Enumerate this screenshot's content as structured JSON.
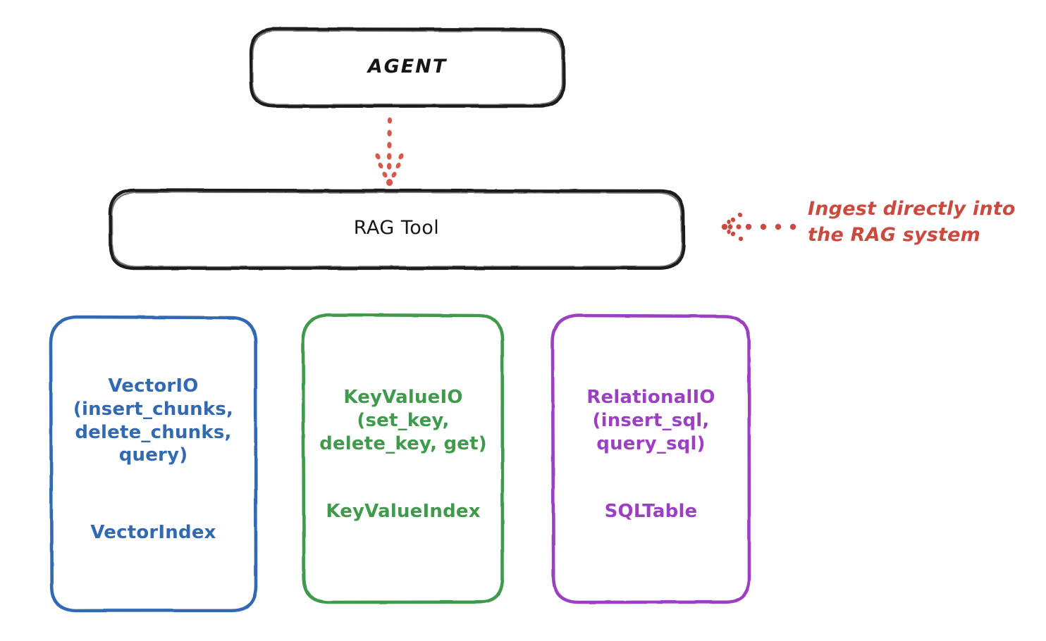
{
  "diagram": {
    "title_node": {
      "label": "AGENT"
    },
    "tool_node": {
      "label": "RAG Tool"
    },
    "annotation": {
      "text": "Ingest directly into the RAG system"
    },
    "columns": [
      {
        "name": "vector",
        "api": "VectorIO\n(insert_chunks,\ndelete_chunks,\nquery)",
        "index": "VectorIndex",
        "color": "#3169b3"
      },
      {
        "name": "keyvalue",
        "api": "KeyValueIO\n(set_key,\ndelete_key, get)",
        "index": "KeyValueIndex",
        "color": "#3f9a4c"
      },
      {
        "name": "relational",
        "api": "RelationalIO\n(insert_sql,\nquery_sql)",
        "index": "SQLTable",
        "color": "#9b40c2"
      }
    ],
    "colors": {
      "stroke_dark": "#1a1a1a",
      "accent_red": "#cb4a3f",
      "blue": "#3169b3",
      "green": "#3f9a4c",
      "purple": "#9b40c2",
      "background": "#ffffff"
    }
  }
}
